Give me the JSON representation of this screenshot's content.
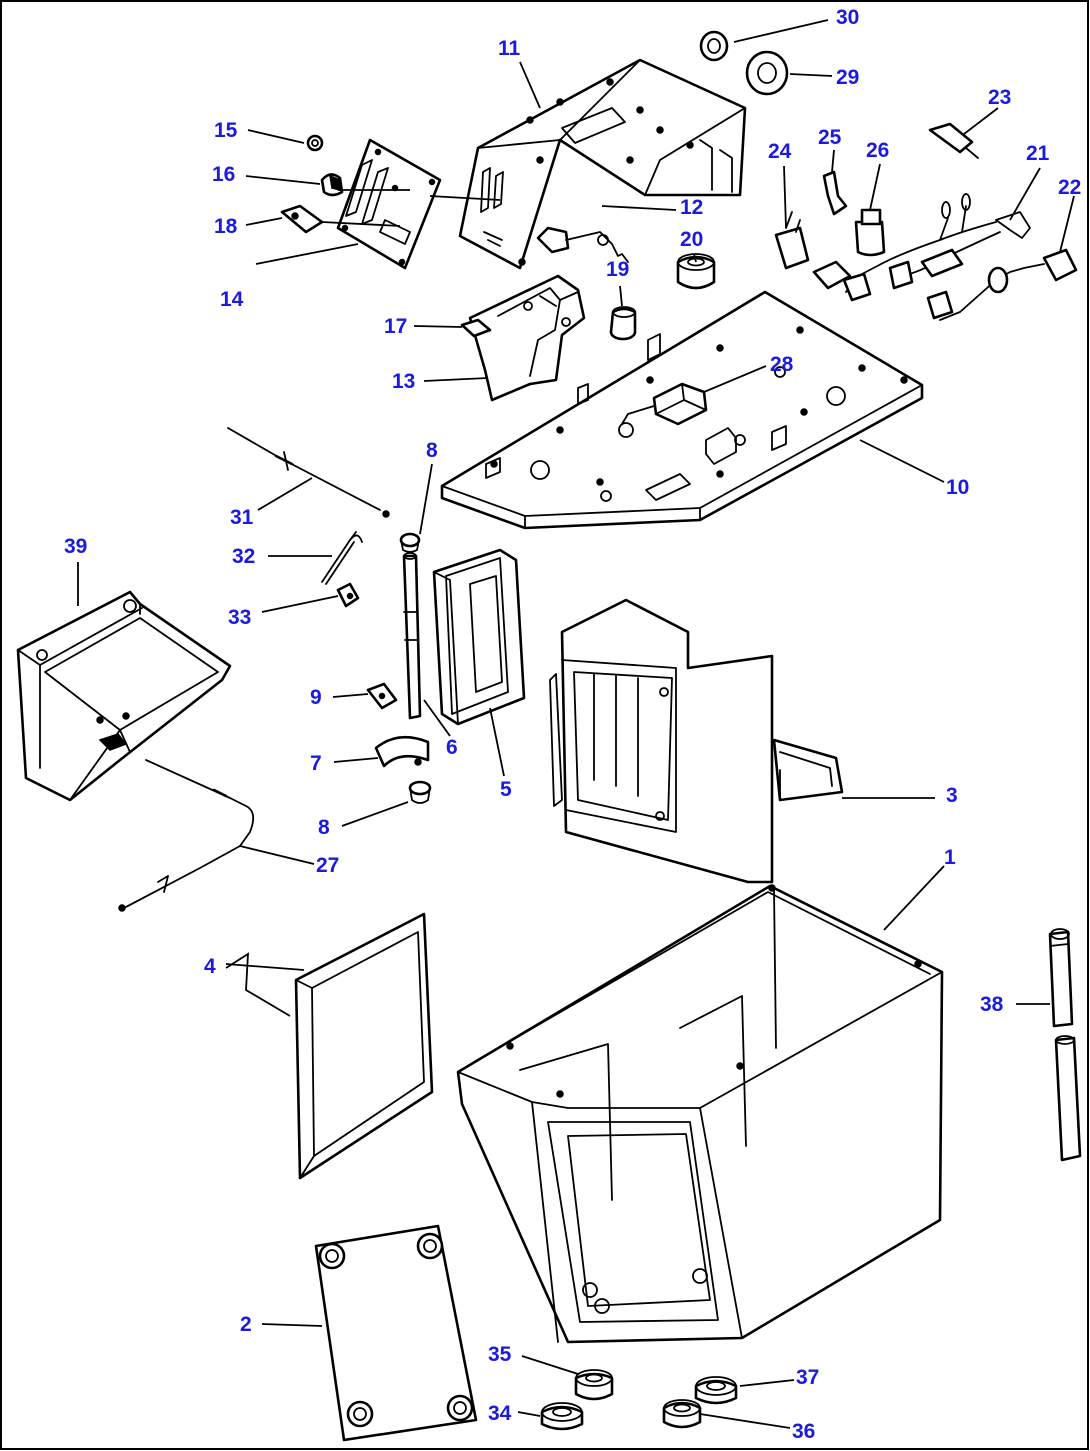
{
  "callouts": {
    "c1": "1",
    "c2": "2",
    "c3": "3",
    "c4": "4",
    "c5": "5",
    "c6": "6",
    "c7": "7",
    "c8a": "8",
    "c8b": "8",
    "c9": "9",
    "c10": "10",
    "c11": "11",
    "c12": "12",
    "c13": "13",
    "c14": "14",
    "c15": "15",
    "c16": "16",
    "c17": "17",
    "c18": "18",
    "c19": "19",
    "c20": "20",
    "c21": "21",
    "c22": "22",
    "c23": "23",
    "c24": "24",
    "c25": "25",
    "c26": "26",
    "c27": "27",
    "c28": "28",
    "c29": "29",
    "c30": "30",
    "c31": "31",
    "c32": "32",
    "c33": "33",
    "c34": "34",
    "c35": "35",
    "c36": "36",
    "c37": "37",
    "c38": "38",
    "c39": "39"
  },
  "colors": {
    "callout": "#1a1ae0",
    "line": "#000000",
    "background": "#ffffff"
  }
}
